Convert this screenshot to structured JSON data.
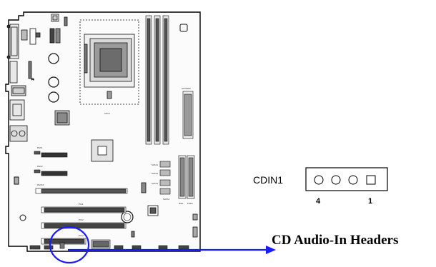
{
  "connector": {
    "name": "CDIN1",
    "pin_left": "4",
    "pin_right": "1"
  },
  "caption": "CD Audio-In Headers",
  "board_labels": {
    "cpu": "CPU1",
    "pci1": "PCI1",
    "pci2": "PCI2",
    "pci3": "PCI3",
    "pex1": "PEX1",
    "pex2": "PEX2",
    "pex16": "PEX16",
    "sata1": "SATA1",
    "sata2": "SATA2",
    "sata3": "SATA3",
    "sata4": "SATA4",
    "ide1": "IDE1",
    "fdd1": "FDD1",
    "atx": "ATXPWR"
  },
  "colors": {
    "arrow": "#1a1aff",
    "highlight_ring": "#1a1aff",
    "board_outline": "#000000"
  }
}
